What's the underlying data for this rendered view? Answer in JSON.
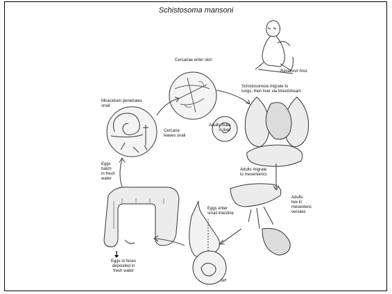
{
  "title": "Schistosoma mansoni",
  "labels": {
    "reservoir_host": "Reservoir host",
    "cercariae_enter_skin": "Cercariae enter skin",
    "schistosomula_migrate": [
      "Schistosomula migrate to",
      "lungs, then liver via bloodstream"
    ],
    "miracidium_penetrates": [
      "Miracidium penetrates",
      "snail"
    ],
    "cercaria_leaves": [
      "Cercaria",
      "leaves snail"
    ],
    "adults_mate": [
      "Adults mate",
      "in liver"
    ],
    "adults_migrate": [
      "Adults migrate",
      "to mesenterics"
    ],
    "eggs_hatch": [
      "Eggs",
      "hatch",
      "in fresh",
      "water"
    ],
    "adults_live": [
      "Adults",
      "live in",
      "mesenteric",
      "venules"
    ],
    "eggs_enter": [
      "Eggs enter",
      "small intestine"
    ],
    "eggs_in_feces": [
      "Eggs in feces",
      "deposited in",
      "fresh water"
    ],
    "signature": "Jeff"
  }
}
